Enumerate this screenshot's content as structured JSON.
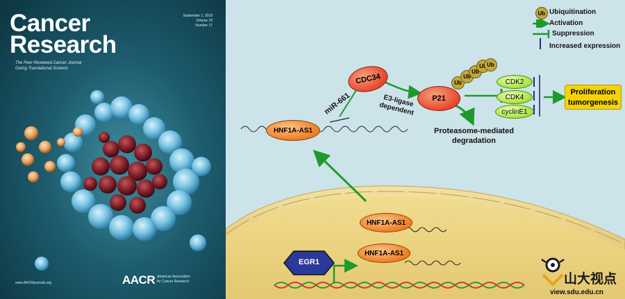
{
  "cover": {
    "journal_title_line1": "Cancer",
    "journal_title_line2": "Research",
    "subtitle_line1": "The Peer-Reviewed Cancer Journal",
    "subtitle_line2": "Giving Translational Science",
    "issue_line1": "September 1, 2018",
    "issue_line2": "Volume 78",
    "issue_line3": "Number 17",
    "publisher_logo": "AACR",
    "publisher_line1": "American Association",
    "publisher_line2": "for Cancer Research",
    "url": "www.AACRjournals.org"
  },
  "legend": {
    "ub_symbol": "Ub",
    "ubiquitination": "Ubiquitination",
    "activation": "Activation",
    "suppression": "Suppression",
    "increased_expression": "Increased expression"
  },
  "nodes": {
    "cdc34": "CDC34",
    "p21": "P21",
    "hnf1a_cyto": "HNF1A-AS1",
    "hnf1a_nuc1": "HNF1A-AS1",
    "hnf1a_nuc2": "HNF1A-AS1",
    "egr1": "EGR1",
    "cdk2": "CDK2",
    "cdk4": "CDK4",
    "cyclinE1": "cyclinE1",
    "proliferation_line1": "Proliferation",
    "proliferation_line2": "tumorgenesis",
    "ub": [
      "Ub",
      "Ub",
      "Ub",
      "Ub",
      "Ub"
    ]
  },
  "labels": {
    "mir": "miR-661",
    "e3_line1": "E3-ligase",
    "e3_line2": "dependent",
    "proteasome_line1": "Proteasome-mediated",
    "proteasome_line2": "degradation"
  },
  "watermark": {
    "name": "山大视点",
    "url": "view.sdu.edu.cn"
  },
  "colors": {
    "arrow_green": "#1e9a2c",
    "oval_orange": "#ef7d22",
    "oval_red": "#e8462b",
    "cell_fill": "#e7cf7e",
    "background": "#cde3ea",
    "box_yellow": "#f5d20a",
    "ub_fill": "#c2a83a"
  }
}
